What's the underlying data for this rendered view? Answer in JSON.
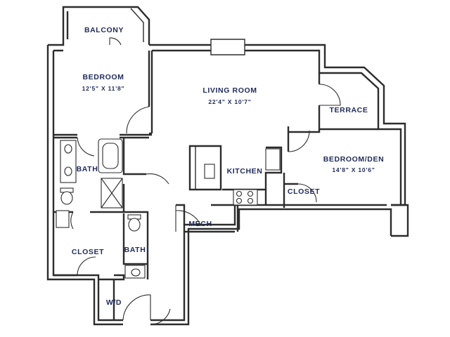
{
  "rooms": {
    "balcony": {
      "name": "BALCONY"
    },
    "bedroom": {
      "name": "BEDROOM",
      "dims": "12'5\" X 11'8\""
    },
    "living_room": {
      "name": "LIVING ROOM",
      "dims": "22'4\" X 10'7\""
    },
    "terrace": {
      "name": "TERRACE"
    },
    "bedroom_den": {
      "name": "BEDROOM/DEN",
      "dims": "14'8\" X 10'6\""
    },
    "kitchen": {
      "name": "KITCHEN"
    },
    "bath_1": {
      "name": "BATH"
    },
    "bath_2": {
      "name": "BATH"
    },
    "closet_1": {
      "name": "CLOSET"
    },
    "closet_2": {
      "name": "CLOSET"
    },
    "mech": {
      "name": "MECH"
    },
    "wd": {
      "name": "W/D"
    }
  },
  "colors": {
    "wall": "#2c2c2c",
    "label": "#1f2a5a",
    "background": "#ffffff"
  }
}
